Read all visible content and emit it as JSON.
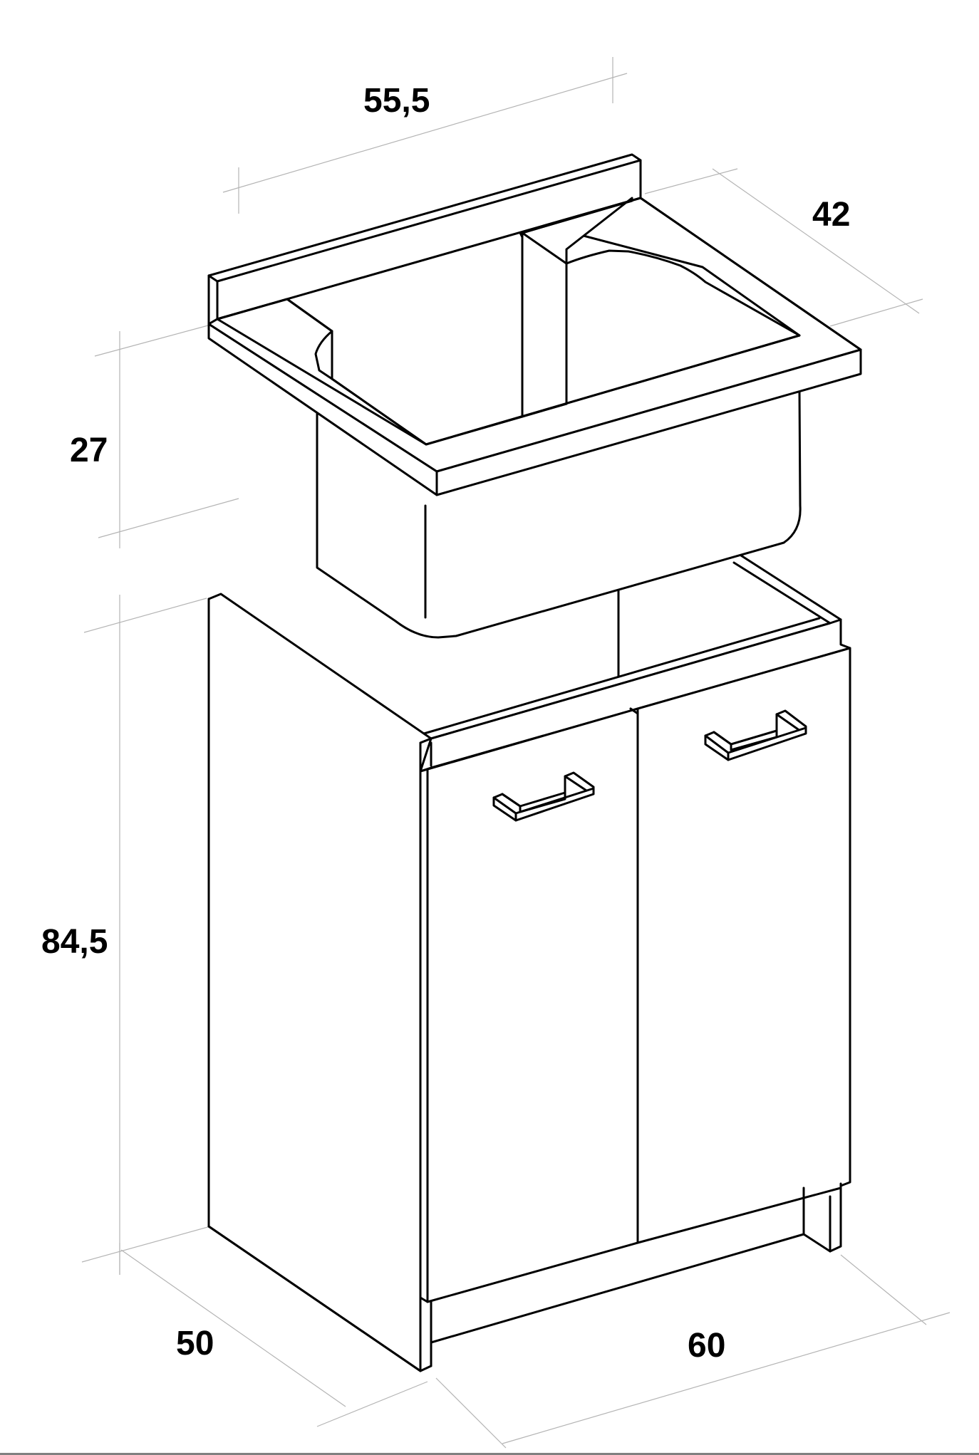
{
  "diagram": {
    "subject": "laundry sink with two-door base cabinet",
    "units": "cm",
    "dimensions": {
      "sink_length": "55,5",
      "sink_depth": "42",
      "sink_height": "27",
      "cabinet_height": "84,5",
      "cabinet_depth": "50",
      "cabinet_width": "60"
    },
    "colors": {
      "line": "#000000",
      "dimension_line": "#b4b4b4",
      "background": "#ffffff"
    }
  }
}
